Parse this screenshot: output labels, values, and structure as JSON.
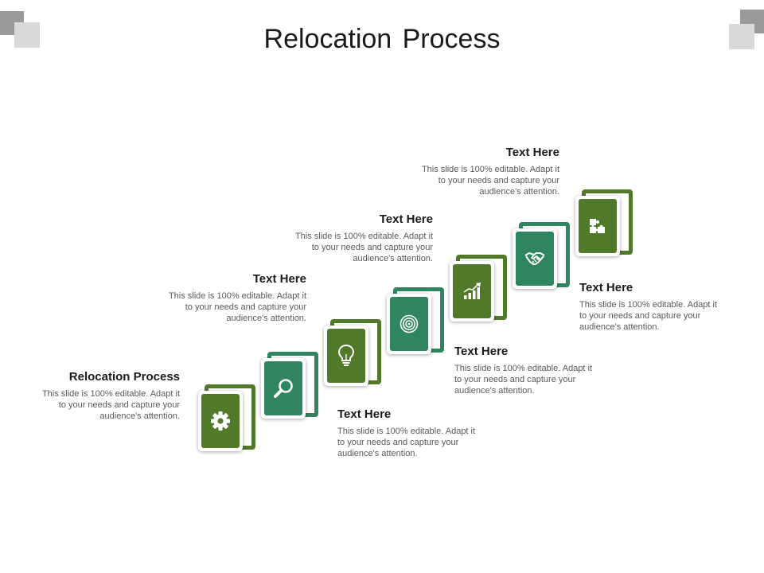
{
  "title": "Relocation Process",
  "colors": {
    "olive_green": "#507A2A",
    "teal_green": "#2F8560",
    "olive_border": "#507A2A",
    "teal_border": "#2F8560",
    "corner_dark": "#9A9A9A",
    "corner_light": "#D9D9D9"
  },
  "steps": [
    {
      "icon": "gear-icon",
      "color": "olive"
    },
    {
      "icon": "magnifier-icon",
      "color": "teal"
    },
    {
      "icon": "lightbulb-icon",
      "color": "olive"
    },
    {
      "icon": "target-icon",
      "color": "teal"
    },
    {
      "icon": "bar-chart-icon",
      "color": "olive"
    },
    {
      "icon": "handshake-icon",
      "color": "teal"
    },
    {
      "icon": "puzzle-icon",
      "color": "olive"
    }
  ],
  "text_blocks": [
    {
      "title": "Relocation Process",
      "body": "This slide is 100% editable. Adapt it to your needs and capture your audience's attention."
    },
    {
      "title": "Text Here",
      "body": "This slide is 100% editable. Adapt it to your needs and capture your audience's attention."
    },
    {
      "title": "Text Here",
      "body": "This slide is 100% editable. Adapt it to your needs and capture your audience's attention."
    },
    {
      "title": "Text Here",
      "body": "This slide is 100% editable. Adapt it to your needs and capture your audience's attention."
    },
    {
      "title": "Text Here",
      "body": "This slide is 100% editable. Adapt it to your needs and capture your audience's attention."
    },
    {
      "title": "Text Here",
      "body": "This slide is 100% editable. Adapt it to your needs and capture your audience's attention."
    },
    {
      "title": "Text Here",
      "body": "This slide is 100% editable. Adapt it to your needs and capture your audience's attention."
    }
  ]
}
